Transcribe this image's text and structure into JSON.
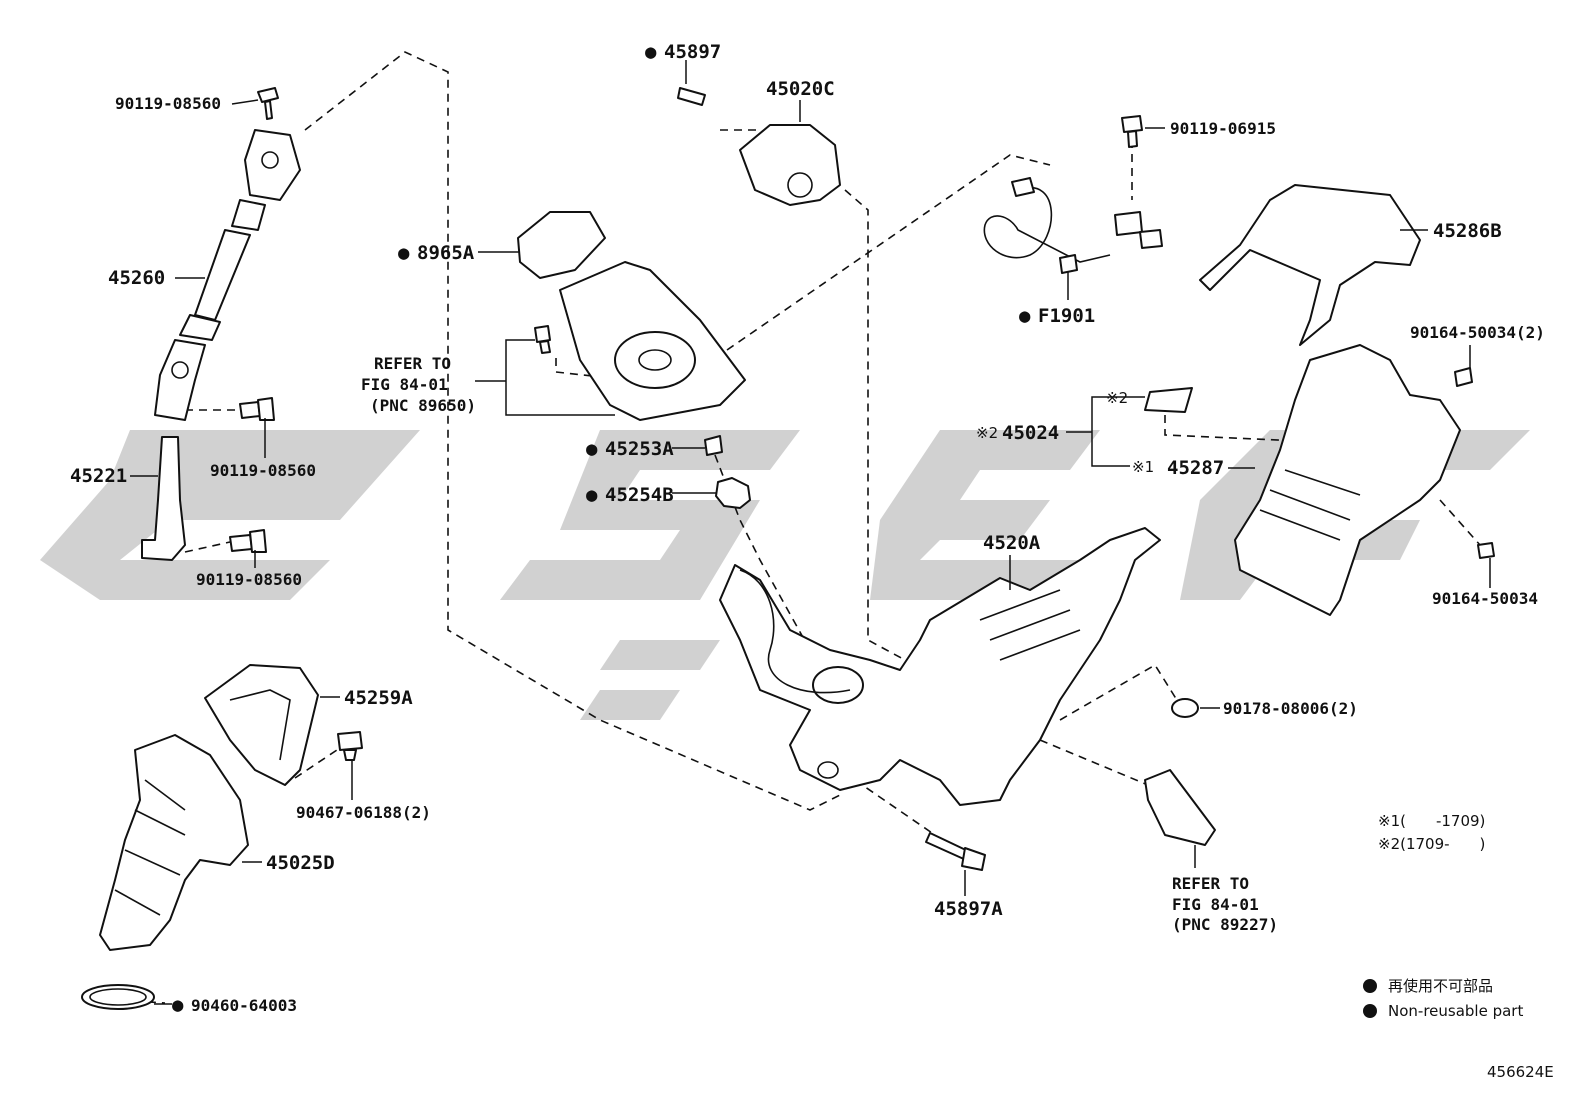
{
  "labels": {
    "p45260": "45260",
    "p45221": "45221",
    "p9011908560_top": "90119-08560",
    "p9011908560_mid": "90119-08560",
    "p9011908560_low": "90119-08560",
    "p45259A": "45259A",
    "p9046706188": "90467-06188(2)",
    "p45025D": "45025D",
    "p9046064003": "90460-64003",
    "p45897": "45897",
    "p45020C": "45020C",
    "p8965A": "8965A",
    "refer1_line1": "REFER TO",
    "refer1_line2": "FIG 84-01",
    "refer1_line3": "(PNC 89650)",
    "p45253A": "45253A",
    "p45254B": "45254B",
    "p9011906915": "90119-06915",
    "pF1901": "F1901",
    "p45286B": "45286B",
    "p9016450034_2": "90164-50034(2)",
    "p45024": "45024",
    "p45024_mark": "※2",
    "mark_2_tag": "※2",
    "mark_1_tag": "※1",
    "p45287": "45287",
    "p4520A": "4520A",
    "p9016450034": "90164-50034",
    "p9017808006": "90178-08006(2)",
    "p45897A": "45897A",
    "refer2_line1": "REFER TO",
    "refer2_line2": "FIG 84-01",
    "refer2_line3": "(PNC 89227)",
    "note1": "※1(　　-1709)",
    "note2": "※2(1709-　　)",
    "legend_jp": "再使用不可部品",
    "legend_en": "Non-reusable part",
    "figure_id": "456624E"
  },
  "legend": {
    "symbol": "●",
    "symbol_color": "#111111"
  },
  "watermark": {
    "color": "#c9c9c9"
  }
}
